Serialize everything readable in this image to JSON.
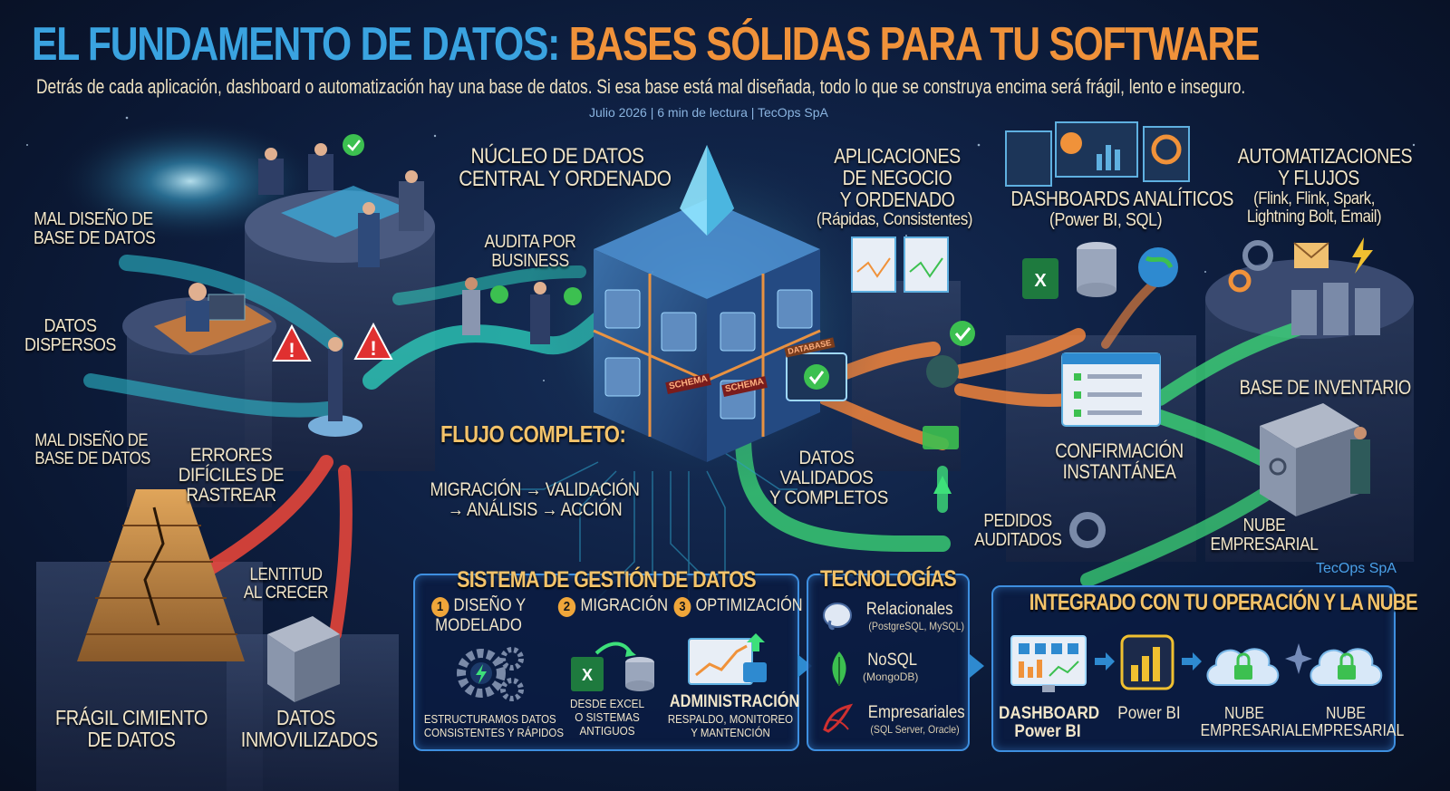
{
  "header": {
    "title_part1": "EL FUNDAMENTO DE DATOS:",
    "title_part2": "BASES SÓLIDAS PARA TU SOFTWARE",
    "subtitle": "Detrás de cada aplicación, dashboard o automatización hay una base de datos. Si esa base está mal diseñada, todo lo que se construya encima será frágil, lento e inseguro.",
    "meta": "Julio 2026 | 6 min de lectura | TecOps SpA"
  },
  "left_labels": {
    "mal_diseno_1": "MAL DISEÑO DE\nBASE DE DATOS",
    "datos_dispersos": "DATOS\nDISPERSOS",
    "mal_diseno_2": "MAL DISEÑO DE\nBASE DE DATOS",
    "errores": "ERRORES\nDIFÍCILES DE\nRASTREAR",
    "lentitud": "LENTITUD\nAL CRECER",
    "fragil": "FRÁGIL CIMIENTO\nDE DATOS",
    "inmovilizados": "DATOS\nINMOVILIZADOS"
  },
  "center_labels": {
    "nucleo": "NÚCLEO DE DATOS\nCENTRAL Y ORDENADO",
    "audita": "AUDITA POR\nBUSINESS",
    "flujo_title": "FLUJO COMPLETO:",
    "flujo_steps": "MIGRACIÓN → VALIDACIÓN\n→ ANÁLISIS → ACCIÓN",
    "validados": "DATOS\nVALIDADOS\nY COMPLETOS",
    "cube_tags": [
      "SCHEMA",
      "SCHEMA",
      "DATABASE"
    ]
  },
  "right_labels": {
    "aplicaciones": "APLICACIONES\nDE NEGOCIO\nY ORDENADO",
    "aplicaciones_sub": "(Rápidas, Consistentes)",
    "dashboards": "DASHBOARDS ANALÍTICOS",
    "dashboards_sub": "(Power BI, SQL)",
    "automatizaciones": "AUTOMATIZACIONES\nY FLUJOS",
    "automatizaciones_sub": "(Flink, Flink, Spark,\nLightning Bolt, Email)",
    "inventario": "BASE DE INVENTARIO",
    "confirmacion": "CONFIRMACIÓN\nINSTANTÁNEA",
    "pedidos": "PEDIDOS\nAUDITADOS",
    "nube": "NUBE\nEMPRESARIAL",
    "brand": "TecOps SpA"
  },
  "sistema_panel": {
    "title": "SISTEMA DE GESTIÓN DE DATOS",
    "steps": [
      {
        "num": "1",
        "label": "DISEÑO Y\nMODELADO"
      },
      {
        "num": "2",
        "label": "MIGRACIÓN"
      },
      {
        "num": "3",
        "label": "OPTIMIZACIÓN"
      }
    ],
    "desc1": "ESTRUCTURAMOS DATOS\nCONSISTENTES Y RÁPIDOS",
    "desc2": "DESDE EXCEL\nO SISTEMAS\nANTIGUOS",
    "desc3_title": "ADMINISTRACIÓN",
    "desc3": "RESPALDO, MONITOREO\nY MANTENCIÓN"
  },
  "tecnologias_panel": {
    "title": "TECNOLOGÍAS",
    "items": [
      {
        "name": "Relacionales",
        "sub": "(PostgreSQL, MySQL)",
        "icon": "elephant-icon"
      },
      {
        "name": "NoSQL",
        "sub": "(MongoDB)",
        "icon": "leaf-icon"
      },
      {
        "name": "Empresariales",
        "sub": "(SQL Server, Oracle)",
        "icon": "sqlserver-icon"
      }
    ]
  },
  "integrado_panel": {
    "title": "INTEGRADO CON TU OPERACIÓN Y LA NUBE",
    "items": [
      {
        "label": "DASHBOARD\nPower BI",
        "icon": "monitor-icon"
      },
      {
        "label": "Power BI",
        "icon": "powerbi-icon"
      },
      {
        "label": "NUBE\nEMPRESARIAL",
        "icon": "cloud-lock-icon"
      },
      {
        "label": "NUBE\nEMPRESARIAL",
        "icon": "cloud-lock-icon"
      }
    ]
  },
  "colors": {
    "title_blue": "#3aa3e0",
    "title_orange": "#f0923a",
    "label_gold": "#f3c36a",
    "teal_flow": "#2fe0c8",
    "green_flow": "#3de07a",
    "red_flow": "#ff4a3a",
    "orange_flow": "#ff8a3a",
    "panel_border": "#3e8fe0"
  }
}
